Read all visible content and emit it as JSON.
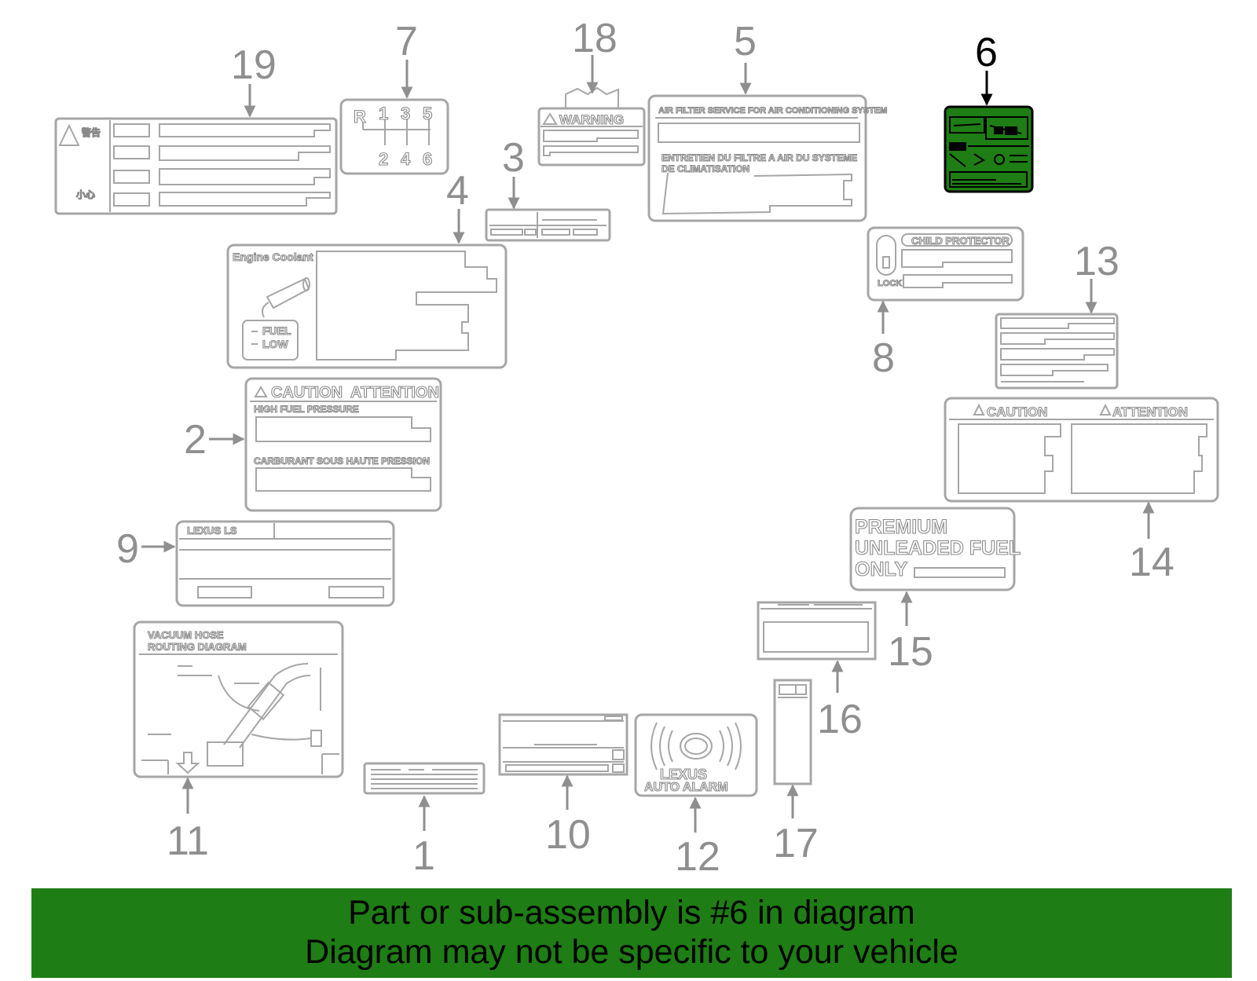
{
  "callouts": {
    "n1": "1",
    "n2": "2",
    "n3": "3",
    "n4": "4",
    "n5": "5",
    "n6": "6",
    "n7": "7",
    "n8": "8",
    "n9": "9",
    "n10": "10",
    "n11": "11",
    "n12": "12",
    "n13": "13",
    "n14": "14",
    "n15": "15",
    "n16": "16",
    "n17": "17",
    "n18": "18",
    "n19": "19"
  },
  "labels": {
    "shift_r": "R",
    "shift_1": "1",
    "shift_3": "3",
    "shift_5": "5",
    "shift_2": "2",
    "shift_4": "4",
    "shift_6": "6",
    "warning": "WARNING",
    "air_filter_en": "AIR FILTER SERVICE FOR AIR CONDITIONING SYSTEM",
    "air_filter_fr_1": "ENTRETIEN DU FILTRE A AIR DU SYSTEME",
    "air_filter_fr_2": "DE CLIMATISATION",
    "engine_coolant": "Engine Coolant",
    "fuel": "FUEL",
    "low": "LOW",
    "child_protector": "CHILD PROTECTOR",
    "lock": "LOCK",
    "caution": "CAUTION",
    "attention": "ATTENTION",
    "high_fuel_pressure": "HIGH   FUEL   PRESSURE",
    "carburant": "CARBURANT SOUS HAUTE PRESSION",
    "lexus_ls": "LEXUS LS",
    "premium": "PREMIUM",
    "unleaded_fuel": "UNLEADED FUEL",
    "only": "ONLY",
    "vacuum_hose_1": "VACUUM HOSE",
    "vacuum_hose_2": "ROUTING DIAGRAM",
    "lexus": "LEXUS",
    "auto_alarm": "AUTO ALARM",
    "chinese_warning": "警告",
    "chinese_careful": "小心"
  },
  "banner": {
    "line1": "Part or sub-assembly is #6 in diagram",
    "line2": "Diagram may not be specific to your vehicle"
  },
  "colors": {
    "highlight": "#1e7d14",
    "line_gray": "#a6a6a6",
    "number_gray": "#8f8f8f"
  }
}
